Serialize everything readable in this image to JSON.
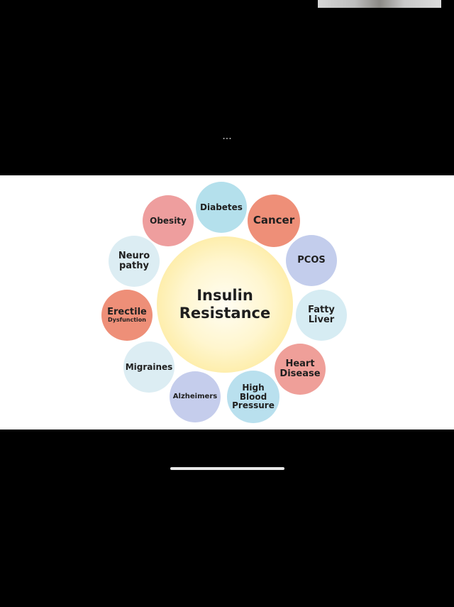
{
  "toolbar": {
    "more_label": "..."
  },
  "diagram": {
    "center": "Insulin\nResistance",
    "nodes": [
      {
        "id": "diabetes",
        "label": "Diabetes",
        "color": "#b4e0ec"
      },
      {
        "id": "cancer",
        "label": "Cancer",
        "color": "#ee8f78"
      },
      {
        "id": "pcos",
        "label": "PCOS",
        "color": "#c3cdec"
      },
      {
        "id": "fatty-liver",
        "label": "Fatty\nLiver",
        "color": "#d6ecf3"
      },
      {
        "id": "heart-disease",
        "label": "Heart\nDisease",
        "color": "#ef9f99"
      },
      {
        "id": "high-blood-pressure",
        "label": "High\nBlood\nPressure",
        "color": "#b9e0ee"
      },
      {
        "id": "alzheimers",
        "label": "Alzheimers",
        "color": "#c5cdec"
      },
      {
        "id": "migraines",
        "label": "Migraines",
        "color": "#dcedf3"
      },
      {
        "id": "erectile-dysfunction",
        "label": "Erectile",
        "sublabel": "Dysfunction",
        "color": "#ee8f78"
      },
      {
        "id": "neuropathy",
        "label": "Neuro\npathy",
        "color": "#dcedf3"
      },
      {
        "id": "obesity",
        "label": "Obesity",
        "color": "#ee9e9e"
      }
    ]
  }
}
